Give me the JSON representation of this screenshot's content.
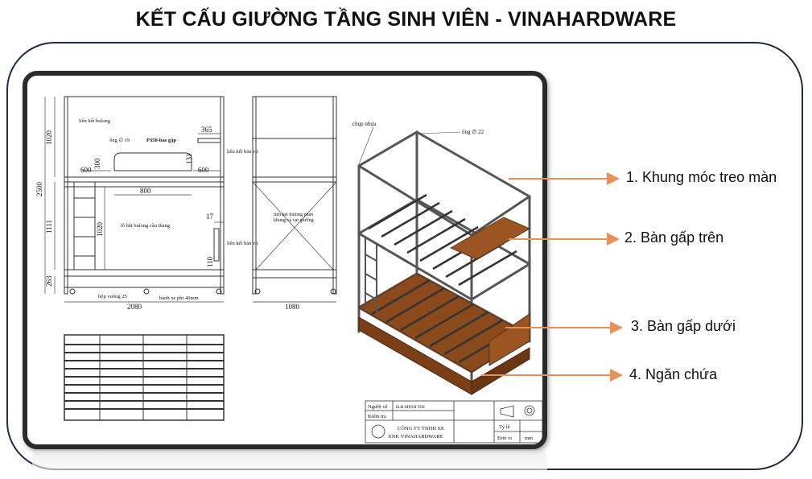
{
  "title": "KẾT CẤU GIƯỜNG TẦNG SINH VIÊN - VINAHARDWARE",
  "drawing": {
    "front_view": {
      "dims": [
        "1020",
        "2500",
        "1111",
        "1020",
        "263",
        "300",
        "600",
        "800",
        "600",
        "365",
        "131",
        "17",
        "110",
        "2080"
      ],
      "labels": {
        "lien_ket_bulong": "liên kết bulong",
        "ong19": "ống  ∅ 19",
        "p350": "P350-bas gập",
        "lien_ket_ban_vit_1": "liên kết bản vít",
        "lo_bat": "lỗ bắt bulong cầu thang",
        "lien_ket_ban_vit_2": "liên kết bản vít",
        "hop_vuong": "hộp vuông 25",
        "banh_xe": "bánh xe phi 40mm"
      }
    },
    "side_view": {
      "dim": "1080",
      "label": "liên kết bulong phần khung và vạt giường"
    },
    "iso_view": {
      "chup_nhua": "chụp nhựa",
      "ong22": "ống  ∅ 22"
    },
    "title_block": {
      "nguoi_ve": "Người vẽ",
      "nguoi_ve_value": "Đ.Đ.MINH THI",
      "kiem_tra": "Kiểm tra",
      "company_line1": "CÔNG TY TNHH SX",
      "company_line2": "XNK VINAHARDWARE",
      "ty_le": "Tỷ lệ",
      "don_vi": "Đơn vị",
      "don_vi_value": "mm"
    }
  },
  "callouts": [
    "1. Khung móc treo màn",
    "2. Bàn gấp trên",
    "3. Bàn gấp dưới",
    "4. Ngăn chứa"
  ],
  "colors": {
    "arrow": "#e8915a",
    "frame": "#1f2a44",
    "wood": "#8b4a1c"
  }
}
